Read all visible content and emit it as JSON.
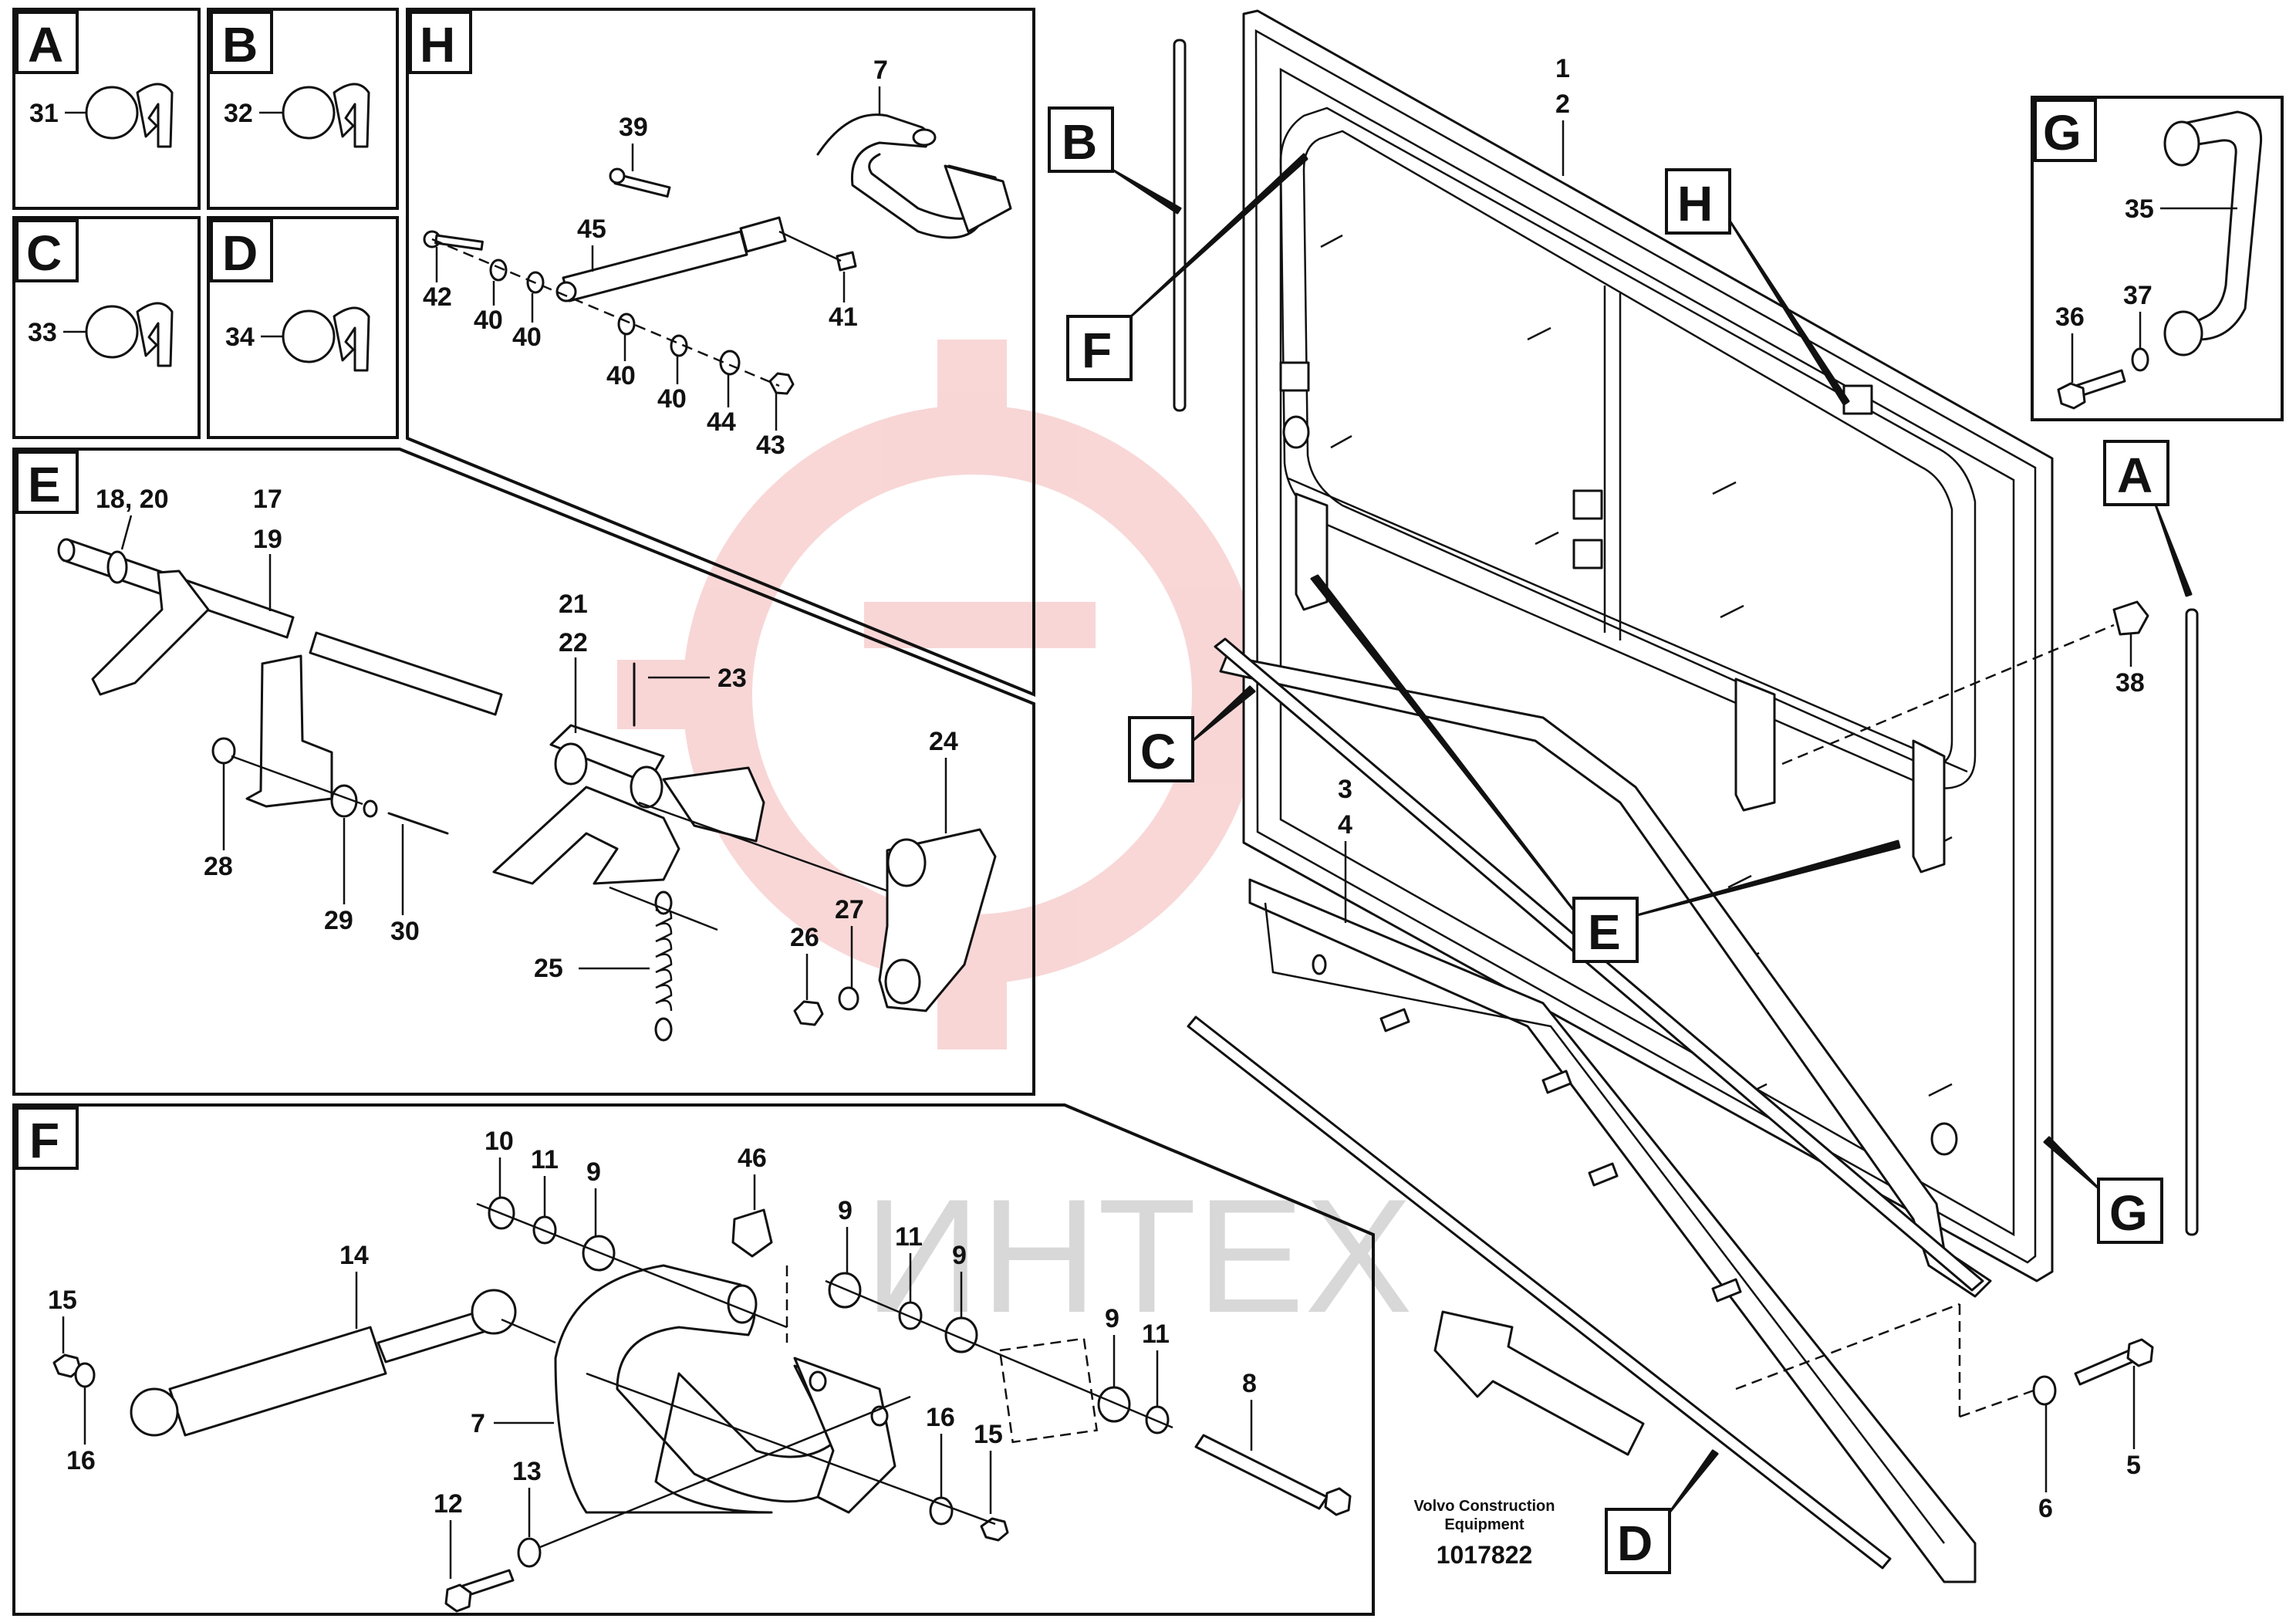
{
  "watermark": {
    "text": "ИНТЕХ",
    "color_text": "#cfcfcf",
    "color_logo": "#f4b6b6"
  },
  "footer": {
    "company_line1": "Volvo Construction",
    "company_line2": "Equipment",
    "drawing_number": "1017822"
  },
  "detail_panels": {
    "A": {
      "letter": "A",
      "part": "31"
    },
    "B": {
      "letter": "B",
      "part": "32"
    },
    "C": {
      "letter": "C",
      "part": "33"
    },
    "D": {
      "letter": "D",
      "part": "34"
    },
    "E": {
      "letter": "E"
    },
    "F": {
      "letter": "F"
    },
    "G": {
      "letter": "G"
    },
    "H": {
      "letter": "H"
    }
  },
  "callouts": {
    "B": "B",
    "F": "F",
    "C": "C",
    "H": "H",
    "E": "E",
    "A": "A",
    "G": "G",
    "D": "D"
  },
  "parts": {
    "p1": "1",
    "p2": "2",
    "p3": "3",
    "p4": "4",
    "p5": "5",
    "p6": "6",
    "p7": "7",
    "p8": "8",
    "p9": "9",
    "p10": "10",
    "p11": "11",
    "p12": "12",
    "p13": "13",
    "p14": "14",
    "p15": "15",
    "p16": "16",
    "p17": "17",
    "p18_20": "18, 20",
    "p19": "19",
    "p21": "21",
    "p22": "22",
    "p23": "23",
    "p24": "24",
    "p25": "25",
    "p26": "26",
    "p27": "27",
    "p28": "28",
    "p29": "29",
    "p30": "30",
    "p35": "35",
    "p36": "36",
    "p37": "37",
    "p38": "38",
    "p39": "39",
    "p40": "40",
    "p41": "41",
    "p42": "42",
    "p43": "43",
    "p44": "44",
    "p45": "45",
    "p46": "46"
  }
}
